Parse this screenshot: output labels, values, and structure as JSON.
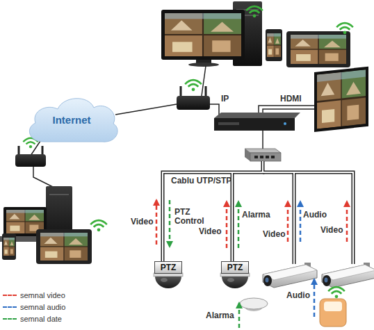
{
  "diagram": {
    "nodes": [
      {
        "text": [
          "Internet"
        ]
      },
      {
        "text": [
          "PTZ"
        ]
      },
      {
        "text": [
          "PTZ"
        ]
      }
    ],
    "labels": [
      "IP",
      "HDMI",
      "Cablu UTP/STP",
      "Video",
      "PTZ Control",
      "Video",
      "Alarma",
      "Video",
      "Audio",
      "Video",
      "Audio",
      "Alarma"
    ],
    "legend": [
      {
        "text": "semnal video",
        "color": "#e03a2f"
      },
      {
        "text": "semnal audio",
        "color": "#2f6fc4"
      },
      {
        "text": "semnal date",
        "color": "#2ea043"
      }
    ]
  }
}
